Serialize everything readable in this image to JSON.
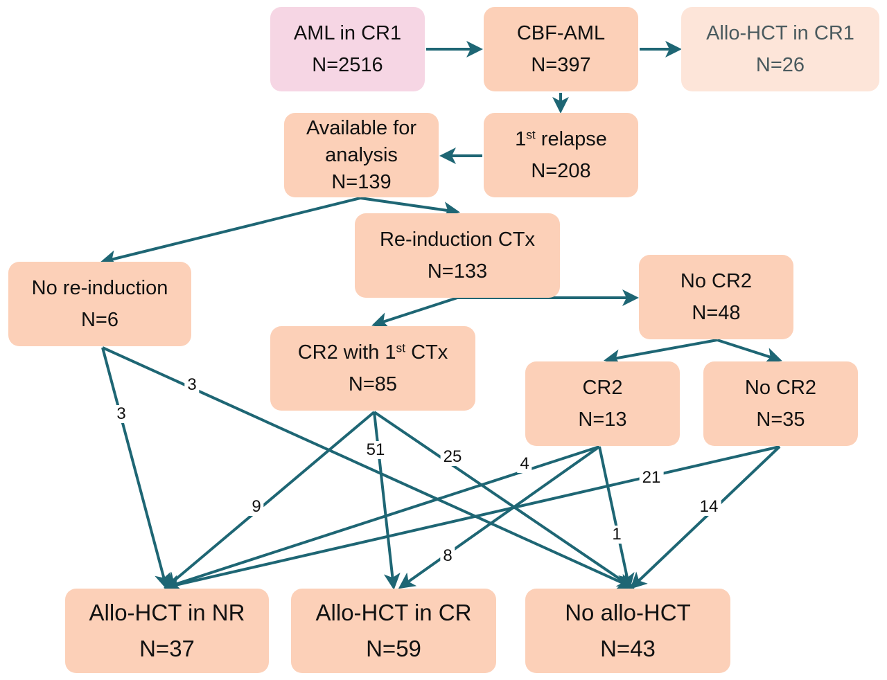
{
  "colors": {
    "node_fill": "#fcd0b8",
    "start_fill": "#f6d6e4",
    "faded_fill": "#fde5d9",
    "arrow": "#1e6674",
    "text": "#111111"
  },
  "nodes": {
    "aml_cr1": {
      "label": "AML in CR1",
      "n": "N=2516"
    },
    "cbf_aml": {
      "label": "CBF-AML",
      "n": "N=397"
    },
    "allo_cr1": {
      "label": "Allo-HCT in CR1",
      "n": "N=26"
    },
    "relapse": {
      "label_num": "1",
      "label_sup": "st",
      "label_rest": " relapse",
      "n": "N=208"
    },
    "available": {
      "label1": "Available for",
      "label2": "analysis",
      "n": "N=139"
    },
    "reinduction": {
      "label": "Re-induction CTx",
      "n": "N=133"
    },
    "no_reinduction": {
      "label": "No re-induction",
      "n": "N=6"
    },
    "no_cr2_main": {
      "label": "No CR2",
      "n": "N=48"
    },
    "cr2_first": {
      "label_pre": "CR2 with 1",
      "label_sup": "st",
      "label_post": " CTx",
      "n": "N=85"
    },
    "cr2_later": {
      "label": "CR2",
      "n": "N=13"
    },
    "no_cr2_final": {
      "label": "No CR2",
      "n": "N=35"
    },
    "allo_nr": {
      "label": "Allo-HCT in NR",
      "n": "N=37"
    },
    "allo_cr": {
      "label": "Allo-HCT in CR",
      "n": "N=59"
    },
    "no_allo": {
      "label": "No allo-HCT",
      "n": "N=43"
    }
  },
  "edges": [
    {
      "from": "aml_cr1",
      "to": "cbf_aml",
      "label": ""
    },
    {
      "from": "cbf_aml",
      "to": "allo_cr1",
      "label": ""
    },
    {
      "from": "cbf_aml",
      "to": "relapse",
      "label": ""
    },
    {
      "from": "relapse",
      "to": "available",
      "label": ""
    },
    {
      "from": "available",
      "to": "no_reinduction",
      "label": ""
    },
    {
      "from": "available",
      "to": "reinduction",
      "label": ""
    },
    {
      "from": "reinduction",
      "to": "cr2_first",
      "label": ""
    },
    {
      "from": "reinduction",
      "to": "no_cr2_main",
      "label": ""
    },
    {
      "from": "no_cr2_main",
      "to": "cr2_later",
      "label": ""
    },
    {
      "from": "no_cr2_main",
      "to": "no_cr2_final",
      "label": ""
    },
    {
      "from": "no_reinduction",
      "to": "allo_nr",
      "label": "3"
    },
    {
      "from": "no_reinduction",
      "to": "no_allo",
      "label": "3"
    },
    {
      "from": "cr2_first",
      "to": "allo_nr",
      "label": "9"
    },
    {
      "from": "cr2_first",
      "to": "allo_cr",
      "label": "51"
    },
    {
      "from": "cr2_first",
      "to": "no_allo",
      "label": "25"
    },
    {
      "from": "cr2_later",
      "to": "allo_nr",
      "label": "4"
    },
    {
      "from": "cr2_later",
      "to": "allo_cr",
      "label": "8"
    },
    {
      "from": "cr2_later",
      "to": "no_allo",
      "label": "1"
    },
    {
      "from": "no_cr2_final",
      "to": "allo_nr",
      "label": "21"
    },
    {
      "from": "no_cr2_final",
      "to": "no_allo",
      "label": "14"
    }
  ]
}
